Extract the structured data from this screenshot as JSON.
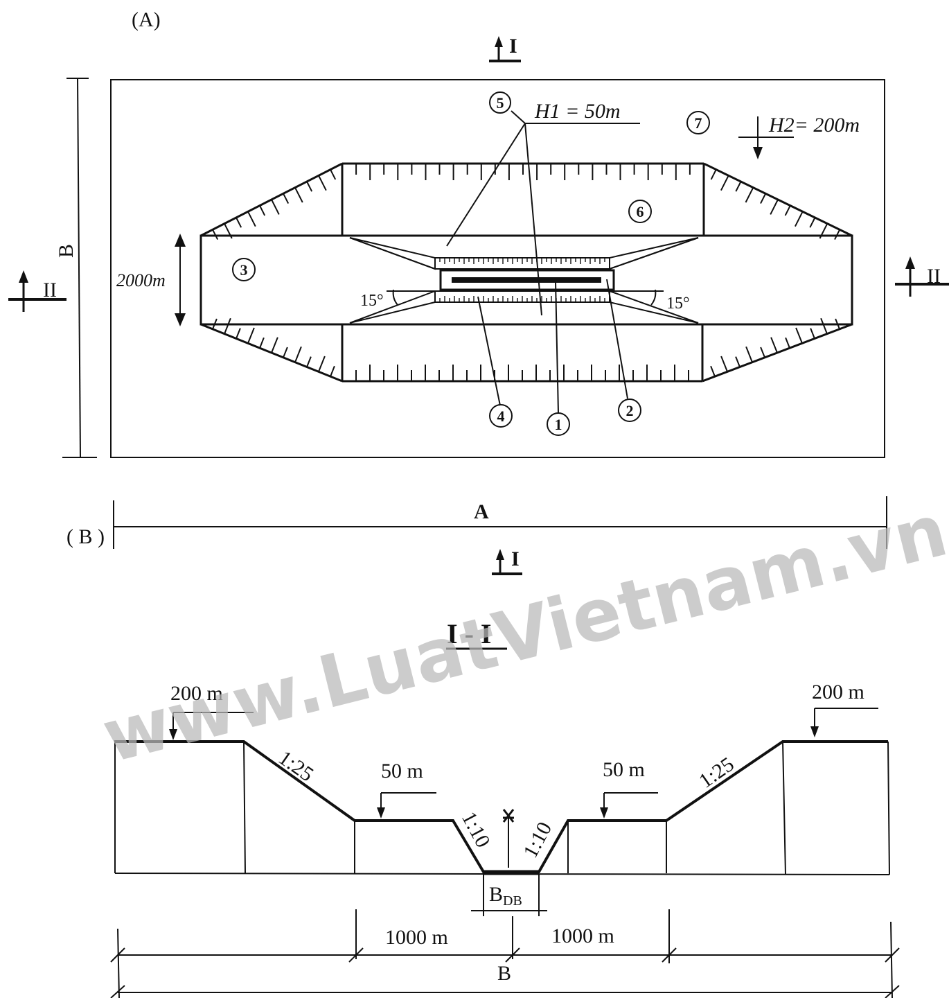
{
  "plan": {
    "panel_label": "(A)",
    "h1_label": "H1 = 50m",
    "h2_label": "H2= 200m",
    "width_label": "2000m",
    "angle_left": "15°",
    "angle_right": "15°",
    "dim_b": "B",
    "dim_a": "A",
    "section_mark_i": "I",
    "section_mark_ii": "II",
    "callouts": [
      "1",
      "2",
      "3",
      "4",
      "5",
      "6",
      "7"
    ]
  },
  "section": {
    "panel_label": "( B )",
    "title": "I - I",
    "elev_200_left": "200 m",
    "elev_200_right": "200 m",
    "elev_50_left": "50 m",
    "elev_50_right": "50 m",
    "slope_25_left": "1:25",
    "slope_25_right": "1:25",
    "slope_10_left": "1:10",
    "slope_10_right": "1:10",
    "runway_width_main": "B",
    "runway_width_sub": "DB",
    "dist_left": "1000 m",
    "dist_right": "1000 m",
    "total_b": "B"
  },
  "watermark": "www.LuatVietnam.vn"
}
